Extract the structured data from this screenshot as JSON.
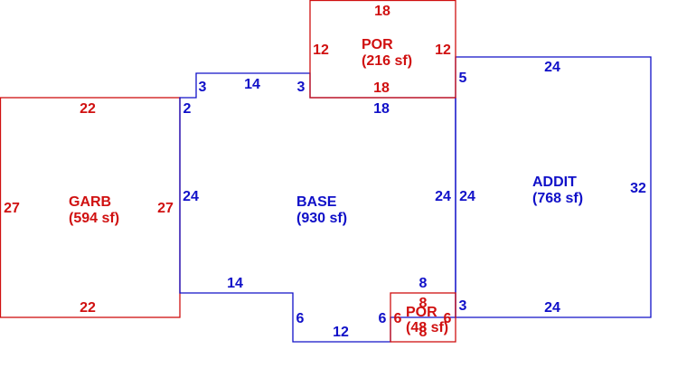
{
  "colors": {
    "blue": "#1010c8",
    "red": "#d01010",
    "background": "#ffffff"
  },
  "areas": {
    "por_top": {
      "name": "POR",
      "area": "(216 sf)"
    },
    "base": {
      "name": "BASE",
      "area": "(930 sf)"
    },
    "addit": {
      "name": "ADDIT",
      "area": "(768 sf)"
    },
    "garb": {
      "name": "GARB",
      "area": "(594 sf)"
    },
    "por_bottom": {
      "name": "POR",
      "area": "(48 sf)"
    }
  },
  "dimensions": {
    "por_top_top": "18",
    "por_top_left": "12",
    "por_top_right": "12",
    "por_top_bottom": "18",
    "base_notch_left": "3",
    "base_notch_top": "14",
    "base_notch_right": "3",
    "base_top": "18",
    "base_left_step": "2",
    "base_left": "24",
    "base_right": "24",
    "base_lower_left": "14",
    "base_jog_left": "6",
    "base_bottom": "12",
    "base_jog_right": "6",
    "base_bottom_right": "8",
    "addit_left_top": "5",
    "addit_top": "24",
    "addit_left": "24",
    "addit_right": "32",
    "addit_left_bottom": "3",
    "addit_bottom": "24",
    "garb_top": "22",
    "garb_left": "27",
    "garb_right": "27",
    "garb_bottom": "22",
    "por_bottom_top": "8",
    "por_bottom_left": "6",
    "por_bottom_right": "6",
    "por_bottom_bottom": "8"
  }
}
